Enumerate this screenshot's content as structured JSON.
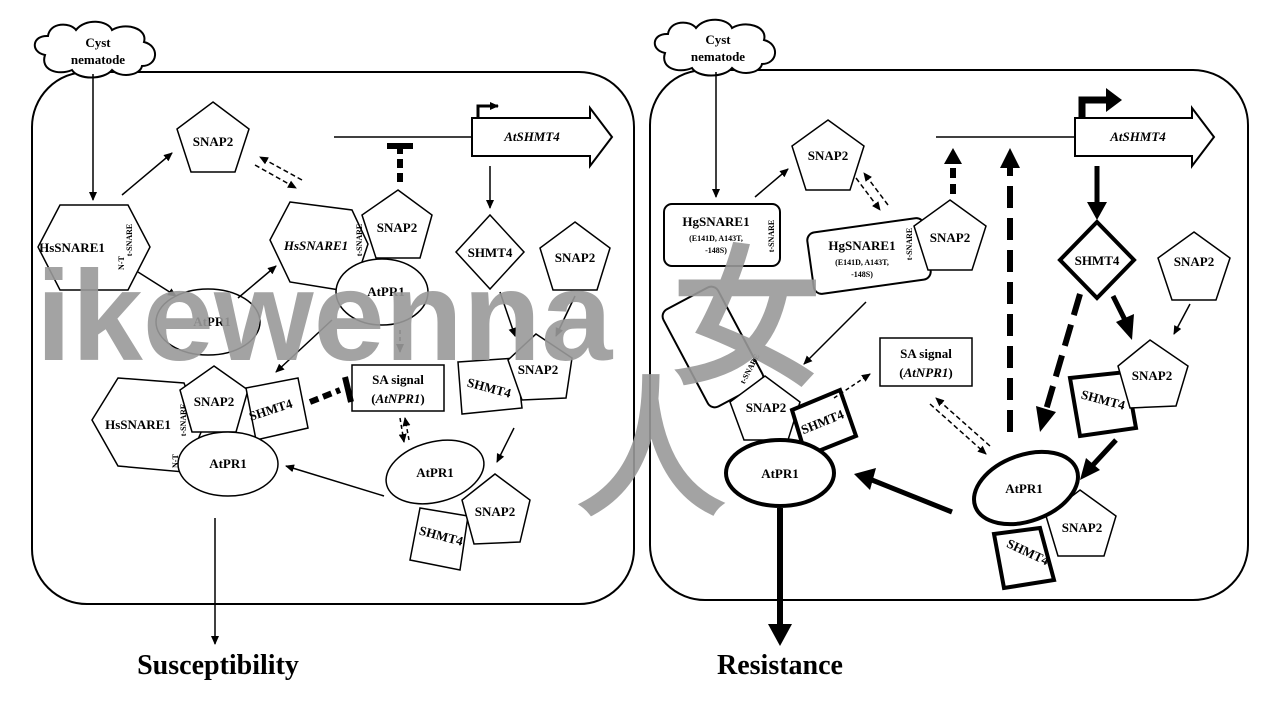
{
  "left_panel": {
    "cloud_line1": "Cyst",
    "cloud_line2": "nematode",
    "gene": "AtSHMT4",
    "snap2": "SNAP2",
    "hs_snare": "HsSNARE1",
    "t_snare": "t-SNARE",
    "n_t": "N-T",
    "shmt4": "SHMT4",
    "sa_signal": "SA signal",
    "atnpr1": "AtNPR1",
    "atpr1": "AtPR1",
    "outcome": "Susceptibility"
  },
  "right_panel": {
    "cloud_line1": "Cyst",
    "cloud_line2": "nematode",
    "gene": "AtSHMT4",
    "snap2": "SNAP2",
    "hg_snare": "HgSNARE1",
    "hg_mut1": "(E141D, A143T,",
    "hg_mut2": "-148S)",
    "t_snare": "t-SNARE",
    "shmt4": "SHMT4",
    "sa_signal": "SA signal",
    "atnpr1": "AtNPR1",
    "atpr1": "AtPR1",
    "outcome": "Resistance"
  },
  "watermark": {
    "text1": "ikewenna",
    "text2": "女",
    "text3": "人"
  }
}
